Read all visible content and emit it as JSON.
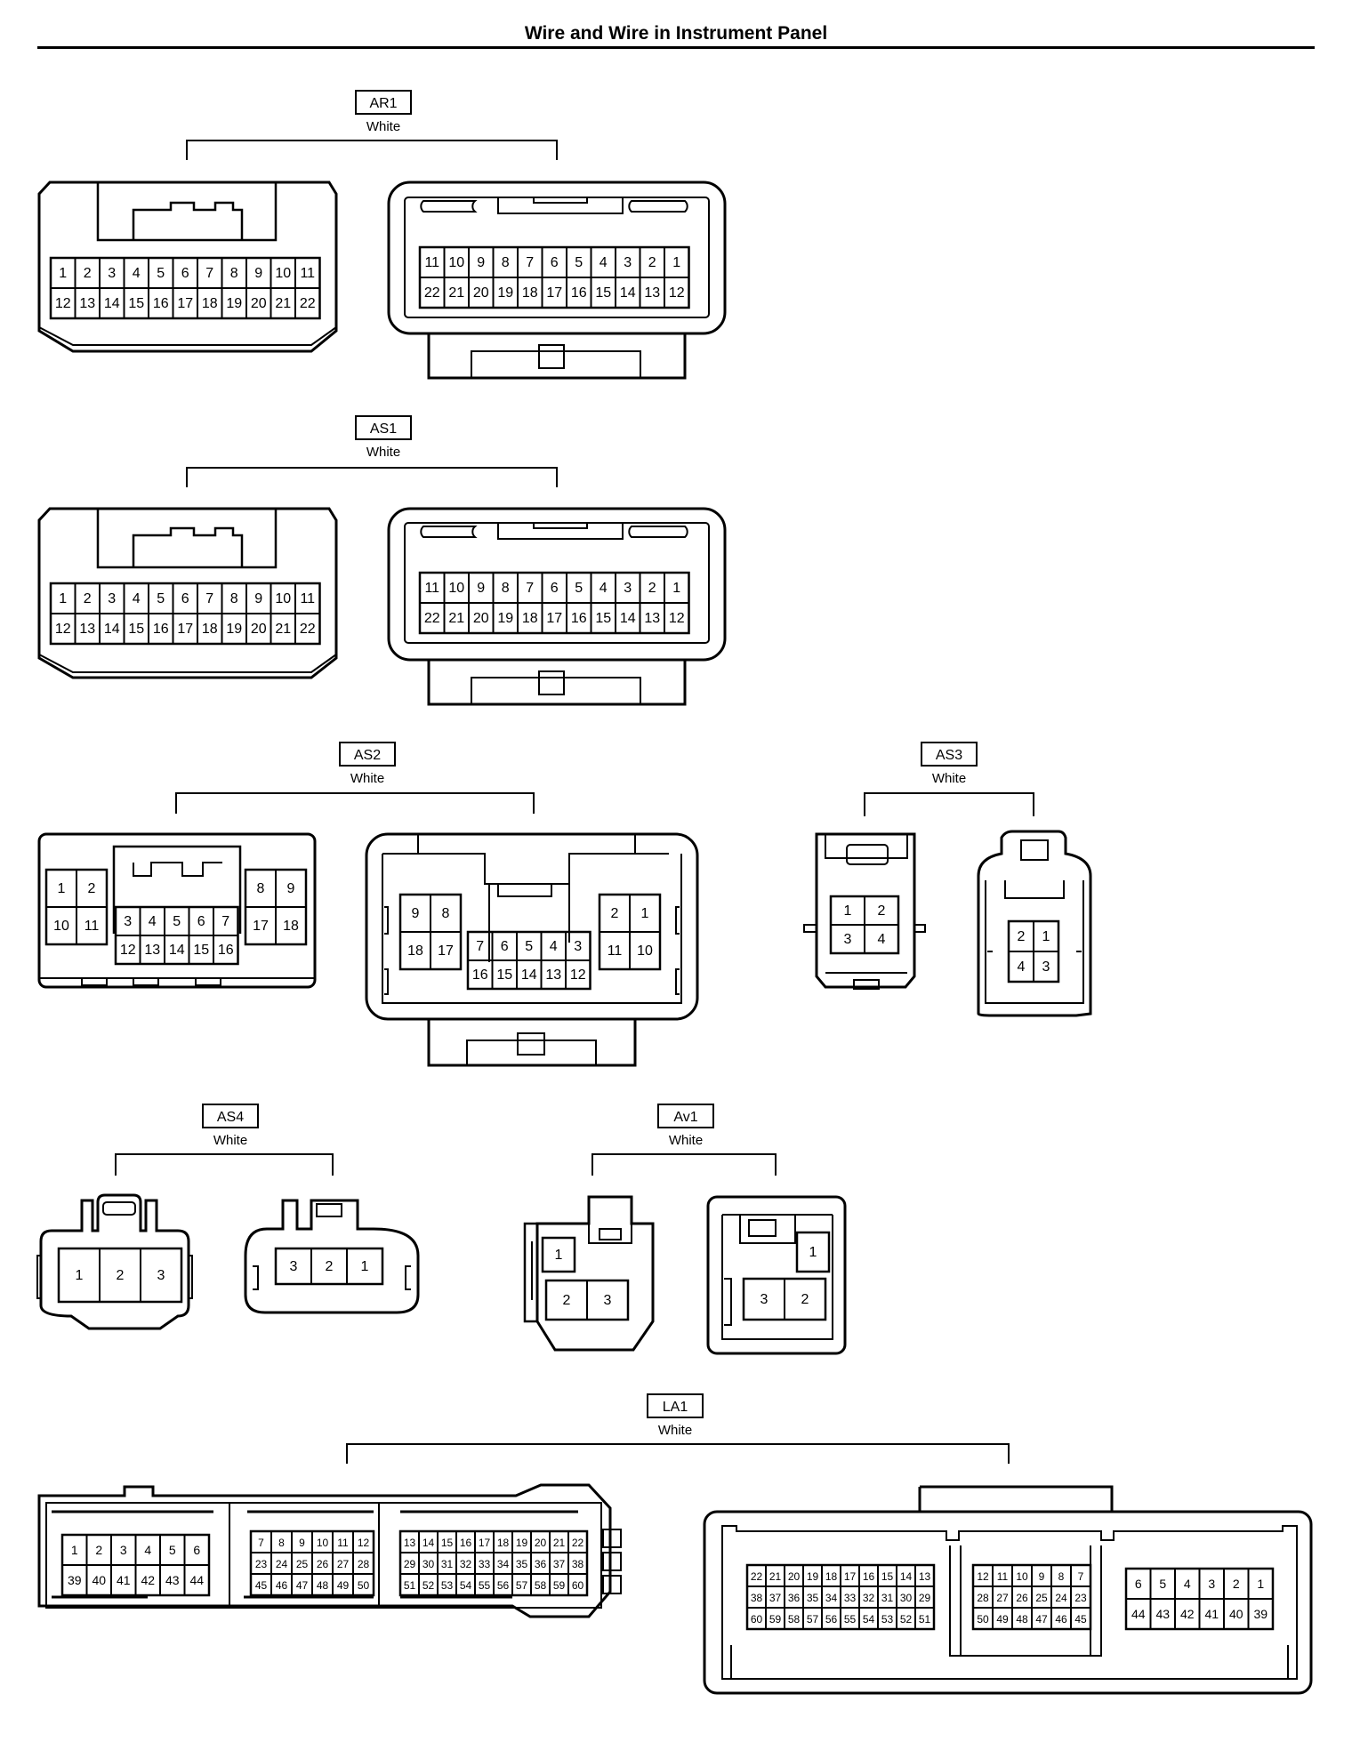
{
  "page": {
    "title": "Wire and Wire in Instrument Panel"
  },
  "connectors": [
    {
      "id": "AR1",
      "color": "White",
      "female": {
        "rows": [
          [
            "1",
            "2",
            "3",
            "4",
            "5",
            "6",
            "7",
            "8",
            "9",
            "10",
            "11"
          ],
          [
            "12",
            "13",
            "14",
            "15",
            "16",
            "17",
            "18",
            "19",
            "20",
            "21",
            "22"
          ]
        ]
      },
      "male": {
        "rows": [
          [
            "11",
            "10",
            "9",
            "8",
            "7",
            "6",
            "5",
            "4",
            "3",
            "2",
            "1"
          ],
          [
            "22",
            "21",
            "20",
            "19",
            "18",
            "17",
            "16",
            "15",
            "14",
            "13",
            "12"
          ]
        ]
      }
    },
    {
      "id": "AS1",
      "color": "White",
      "female": {
        "rows": [
          [
            "1",
            "2",
            "3",
            "4",
            "5",
            "6",
            "7",
            "8",
            "9",
            "10",
            "11"
          ],
          [
            "12",
            "13",
            "14",
            "15",
            "16",
            "17",
            "18",
            "19",
            "20",
            "21",
            "22"
          ]
        ]
      },
      "male": {
        "rows": [
          [
            "11",
            "10",
            "9",
            "8",
            "7",
            "6",
            "5",
            "4",
            "3",
            "2",
            "1"
          ],
          [
            "22",
            "21",
            "20",
            "19",
            "18",
            "17",
            "16",
            "15",
            "14",
            "13",
            "12"
          ]
        ]
      }
    },
    {
      "id": "AS2",
      "color": "White",
      "female": {
        "left": [
          [
            "1",
            "2"
          ],
          [
            "10",
            "11"
          ]
        ],
        "center": [
          [
            "3",
            "4",
            "5",
            "6",
            "7"
          ],
          [
            "12",
            "13",
            "14",
            "15",
            "16"
          ]
        ],
        "right": [
          [
            "8",
            "9"
          ],
          [
            "17",
            "18"
          ]
        ]
      },
      "male": {
        "left": [
          [
            "9",
            "8"
          ],
          [
            "18",
            "17"
          ]
        ],
        "center": [
          [
            "7",
            "6",
            "5",
            "4",
            "3"
          ],
          [
            "16",
            "15",
            "14",
            "13",
            "12"
          ]
        ],
        "right": [
          [
            "2",
            "1"
          ],
          [
            "11",
            "10"
          ]
        ]
      }
    },
    {
      "id": "AS3",
      "color": "White",
      "female": {
        "rows": [
          [
            "1",
            "2"
          ],
          [
            "3",
            "4"
          ]
        ]
      },
      "male": {
        "rows": [
          [
            "2",
            "1"
          ],
          [
            "4",
            "3"
          ]
        ]
      }
    },
    {
      "id": "AS4",
      "color": "White",
      "female": {
        "rows": [
          [
            "1",
            "2",
            "3"
          ]
        ]
      },
      "male": {
        "rows": [
          [
            "3",
            "2",
            "1"
          ]
        ]
      }
    },
    {
      "id": "Av1",
      "color": "White",
      "female": {
        "rows": [
          [
            "1"
          ],
          [
            "2",
            "3"
          ]
        ]
      },
      "male": {
        "rows": [
          [
            "1"
          ],
          [
            "3",
            "2"
          ]
        ]
      }
    },
    {
      "id": "LA1",
      "color": "White",
      "female": {
        "blocks": [
          [
            [
              "1",
              "2",
              "3",
              "4",
              "5",
              "6"
            ],
            [
              "39",
              "40",
              "41",
              "42",
              "43",
              "44"
            ]
          ],
          [
            [
              "7",
              "8",
              "9",
              "10",
              "11",
              "12"
            ],
            [
              "23",
              "24",
              "25",
              "26",
              "27",
              "28"
            ],
            [
              "45",
              "46",
              "47",
              "48",
              "49",
              "50"
            ]
          ],
          [
            [
              "13",
              "14",
              "15",
              "16",
              "17",
              "18",
              "19",
              "20",
              "21",
              "22"
            ],
            [
              "29",
              "30",
              "31",
              "32",
              "33",
              "34",
              "35",
              "36",
              "37",
              "38"
            ],
            [
              "51",
              "52",
              "53",
              "54",
              "55",
              "56",
              "57",
              "58",
              "59",
              "60"
            ]
          ]
        ]
      },
      "male": {
        "blocks": [
          [
            [
              "22",
              "21",
              "20",
              "19",
              "18",
              "17",
              "16",
              "15",
              "14",
              "13"
            ],
            [
              "38",
              "37",
              "36",
              "35",
              "34",
              "33",
              "32",
              "31",
              "30",
              "29"
            ],
            [
              "60",
              "59",
              "58",
              "57",
              "56",
              "55",
              "54",
              "53",
              "52",
              "51"
            ]
          ],
          [
            [
              "12",
              "11",
              "10",
              "9",
              "8",
              "7"
            ],
            [
              "28",
              "27",
              "26",
              "25",
              "24",
              "23"
            ],
            [
              "50",
              "49",
              "48",
              "47",
              "46",
              "45"
            ]
          ],
          [
            [
              "6",
              "5",
              "4",
              "3",
              "2",
              "1"
            ],
            [
              "44",
              "43",
              "42",
              "41",
              "40",
              "39"
            ]
          ]
        ]
      }
    }
  ]
}
